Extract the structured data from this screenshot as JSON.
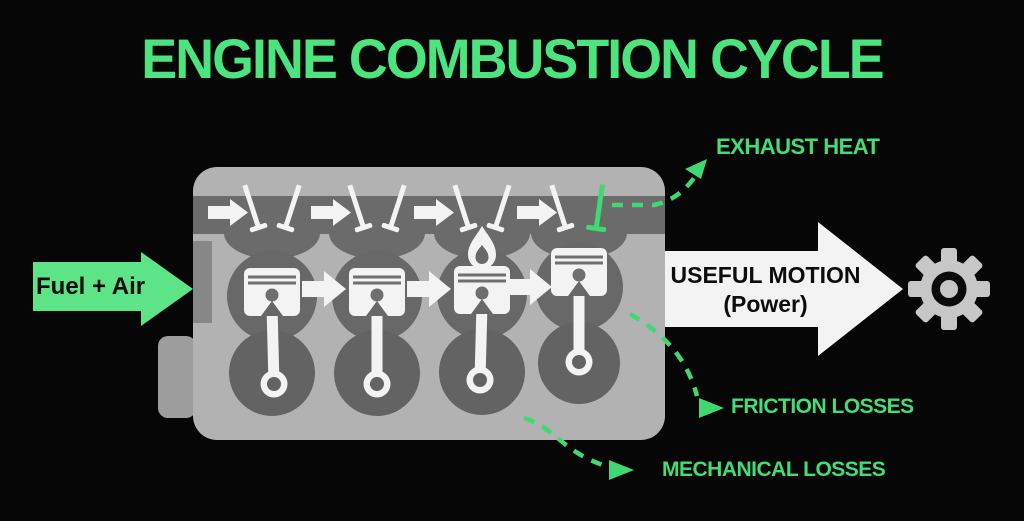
{
  "title": "ENGINE COMBUSTION CYCLE",
  "labels": {
    "input": "Fuel + Air",
    "exhaust": "EXHAUST HEAT",
    "output_line1": "USEFUL MOTION",
    "output_line2": "(Power)",
    "friction": "FRICTION LOSSES",
    "mechanical": "MECHANICAL LOSSES"
  },
  "engine": {
    "cylinder_count": 4,
    "combustion_cylinder": 3,
    "icons": [
      "intake-arrow-icon",
      "valve-icon",
      "exhaust-valve-icon",
      "piston-icon",
      "connecting-rod-icon",
      "flame-icon",
      "gear-icon"
    ]
  },
  "colors": {
    "background": "#060606",
    "title_green": "#4ce47e",
    "label_green": "#43dc77",
    "dash_green": "#3fd873",
    "fuel_arrow_green": "#5ce487",
    "engine_block": "#b2b2b2",
    "engine_dark": "#6b6b6b",
    "white": "#f3f3f3",
    "gear_gray": "#c7c7c7",
    "text_dark": "#0d0d0d"
  }
}
